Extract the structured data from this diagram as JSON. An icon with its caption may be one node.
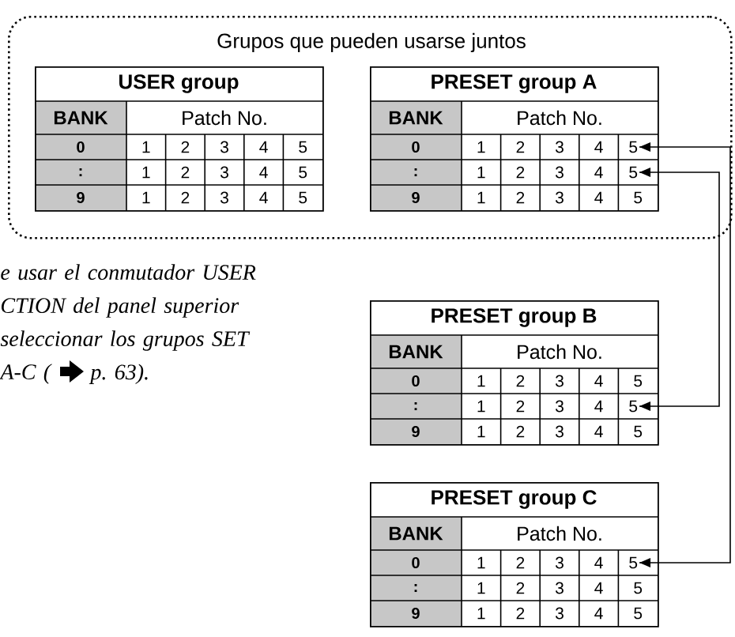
{
  "diagram": {
    "nodes": [
      {
        "text": [
          "Grupos que pueden usarse juntos"
        ]
      },
      {
        "text": [
          "USER group",
          "BANK",
          "Patch No.",
          "0",
          "1",
          "2",
          "3",
          "4",
          "5",
          ":",
          "1",
          "2",
          "3",
          "4",
          "5",
          "9",
          "1",
          "2",
          "3",
          "4",
          "5"
        ],
        "in": 0
      },
      {
        "text": [
          "PRESET group A",
          "BANK",
          "Patch No.",
          "0",
          "1",
          "2",
          "3",
          "4",
          ":",
          "1",
          "2",
          "3",
          "4",
          "9",
          "1",
          "2",
          "3",
          "4",
          "5"
        ],
        "in": 0
      },
      {
        "text": [
          "PRESET group B",
          "BANK",
          "Patch No.",
          "0",
          "1",
          "2",
          "3",
          "4",
          "5",
          ":",
          "1",
          "2",
          "3",
          "4",
          "9",
          "1",
          "2",
          "3",
          "4",
          "5"
        ]
      },
      {
        "text": [
          "PRESET group C",
          "BANK",
          "Patch No.",
          "0",
          "1",
          "2",
          "3",
          "4",
          ":",
          "1",
          "2",
          "3",
          "4",
          "5",
          "9",
          "1",
          "2",
          "3",
          "4",
          "5"
        ]
      },
      {
        "text": [
          "5"
        ],
        "in": 2
      },
      {
        "text": [
          "5"
        ],
        "in": 2
      },
      {
        "text": [
          "5"
        ],
        "in": 3
      },
      {
        "text": [
          "5"
        ],
        "in": 4
      }
    ],
    "edges": [
      {
        "from": 5,
        "to": 8,
        "arrow": "both"
      },
      {
        "from": 6,
        "to": 7,
        "arrow": "both"
      }
    ],
    "labels": [
      "e usar el conmutador USER CTION del panel superior seleccionar los grupos SET A-C (",
      "p. 63)."
    ]
  }
}
